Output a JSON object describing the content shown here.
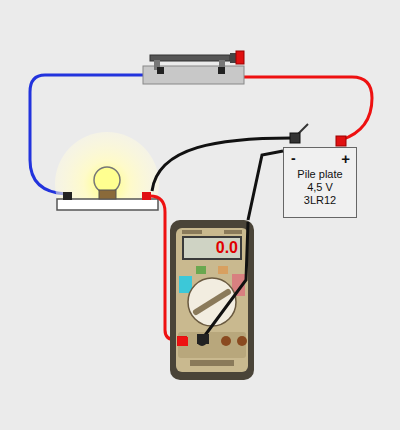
{
  "diagram": {
    "nodes": [
      {
        "text": [
          "-",
          "+",
          "Pile plate 4,5 V 3LR12"
        ]
      },
      {
        "text": [
          "0.0"
        ]
      }
    ],
    "edges": [
      {
        "from": 0,
        "to": 1,
        "arrow": "none"
      }
    ]
  }
}
